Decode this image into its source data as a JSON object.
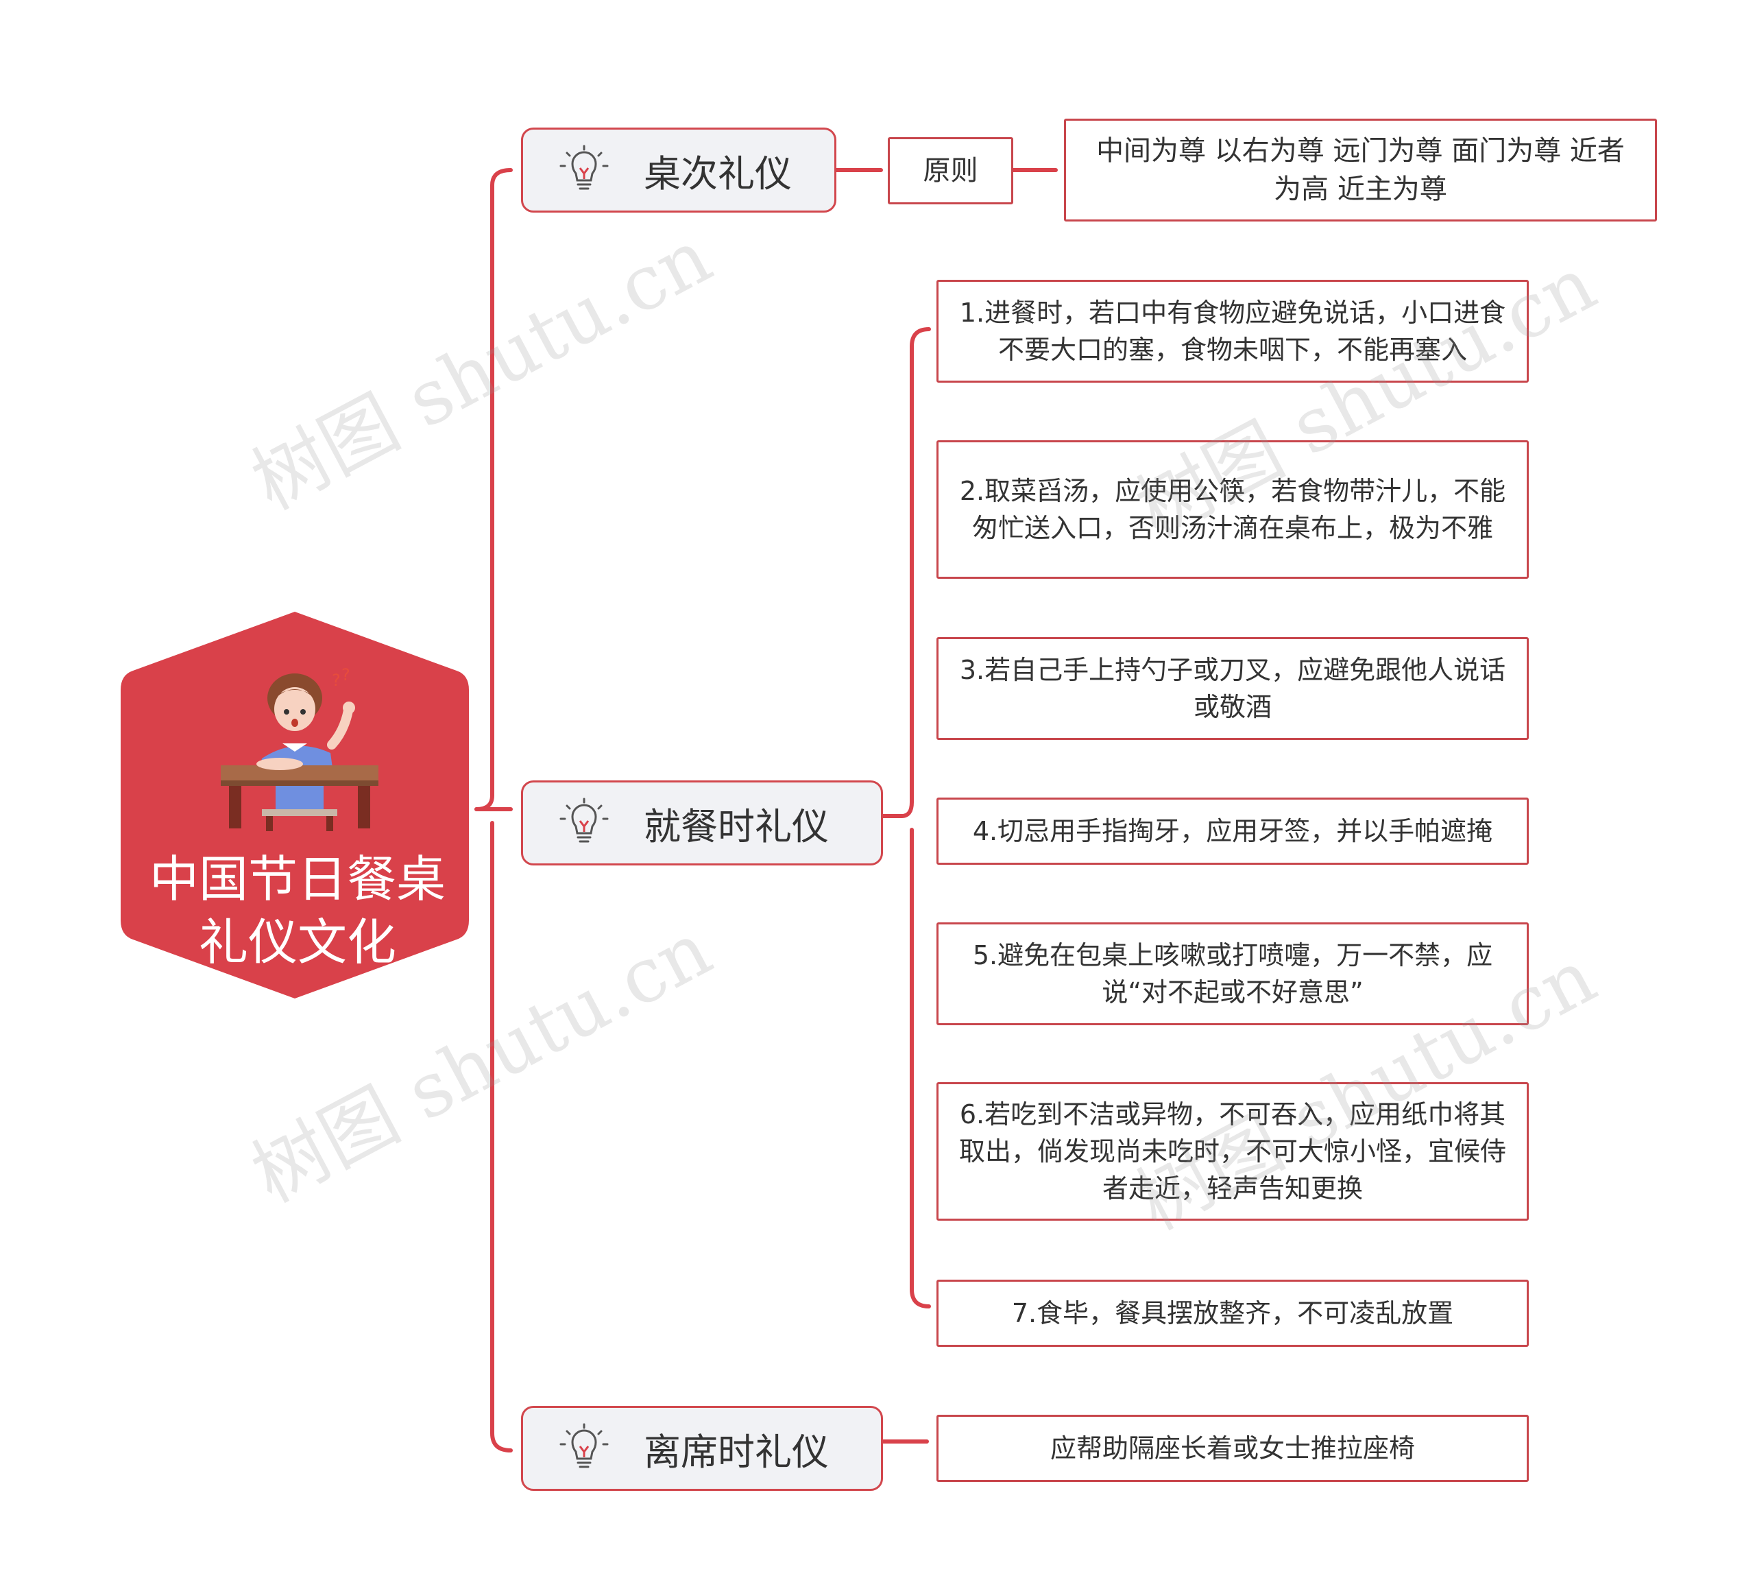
{
  "root": {
    "title_line1": "中国节日餐桌",
    "title_line2": "礼仪文化"
  },
  "branches": [
    {
      "label": "桌次礼仪"
    },
    {
      "label": "就餐时礼仪"
    },
    {
      "label": "离席时礼仪"
    }
  ],
  "principle": {
    "label": "原则",
    "content": "中间为尊  以右为尊  远门为尊  面门为尊  近者为高  近主为尊"
  },
  "dining_rules": [
    "1.进餐时，若口中有食物应避免说话，小口进食不要大口的塞，食物未咽下，不能再塞入",
    "2.取菜舀汤，应使用公筷，若食物带汁儿，不能匆忙送入口，否则汤汁滴在桌布上，极为不雅",
    "3.若自己手上持勺子或刀叉，应避免跟他人说话或敬酒",
    "4.切忌用手指掏牙，应用牙签，并以手帕遮掩",
    "5.避免在包桌上咳嗽或打喷嚏，万一不禁，应说“对不起或不好意思”",
    "6.若吃到不洁或异物，不可吞入，应用纸巾将其取出，倘发现尚未吃时，不可大惊小怪，宜候侍者走近，轻声告知更换",
    "7.食毕，餐具摆放整齐，不可凌乱放置"
  ],
  "leave_rule": "应帮助隔座长着或女士推拉座椅",
  "watermark": "树图 shutu.cn",
  "colors": {
    "accent": "#d9414a",
    "branch_bg": "#f1f2f5",
    "text": "#333333"
  },
  "icons": {
    "root": "girl-at-desk-illustration",
    "branch": "lightbulb-icon"
  }
}
